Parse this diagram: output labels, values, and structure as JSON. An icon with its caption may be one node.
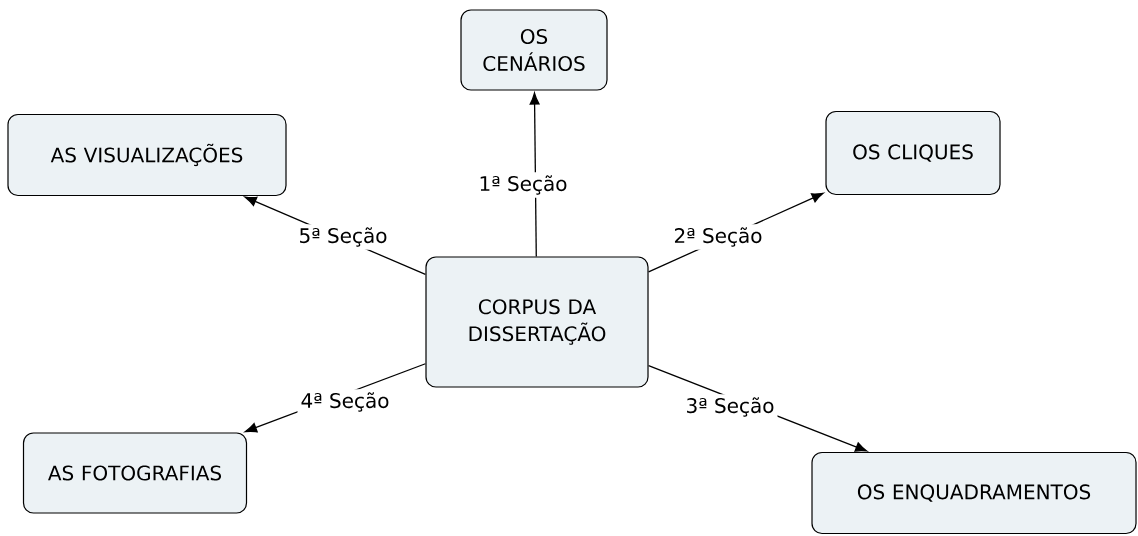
{
  "diagram": {
    "nodes": [
      {
        "text": [
          "CORPUS DA DISSERTAÇÃO"
        ]
      },
      {
        "text": [
          "OS CENÁRIOS"
        ]
      },
      {
        "text": [
          "OS CLIQUES"
        ]
      },
      {
        "text": [
          "OS ENQUADRAMENTOS"
        ]
      },
      {
        "text": [
          "AS FOTOGRAFIAS"
        ]
      },
      {
        "text": [
          "AS VISUALIZAÇÕES"
        ]
      }
    ],
    "edges": [
      {
        "from": 0,
        "to": 1,
        "arrow": "to",
        "label": "1ª Seção"
      },
      {
        "from": 0,
        "to": 2,
        "arrow": "to",
        "label": "2ª Seção"
      },
      {
        "from": 0,
        "to": 3,
        "arrow": "to",
        "label": "3ª Seção"
      },
      {
        "from": 0,
        "to": 4,
        "arrow": "to",
        "label": "4ª Seção"
      },
      {
        "from": 0,
        "to": 5,
        "arrow": "to",
        "label": "5ª Seção"
      }
    ]
  }
}
